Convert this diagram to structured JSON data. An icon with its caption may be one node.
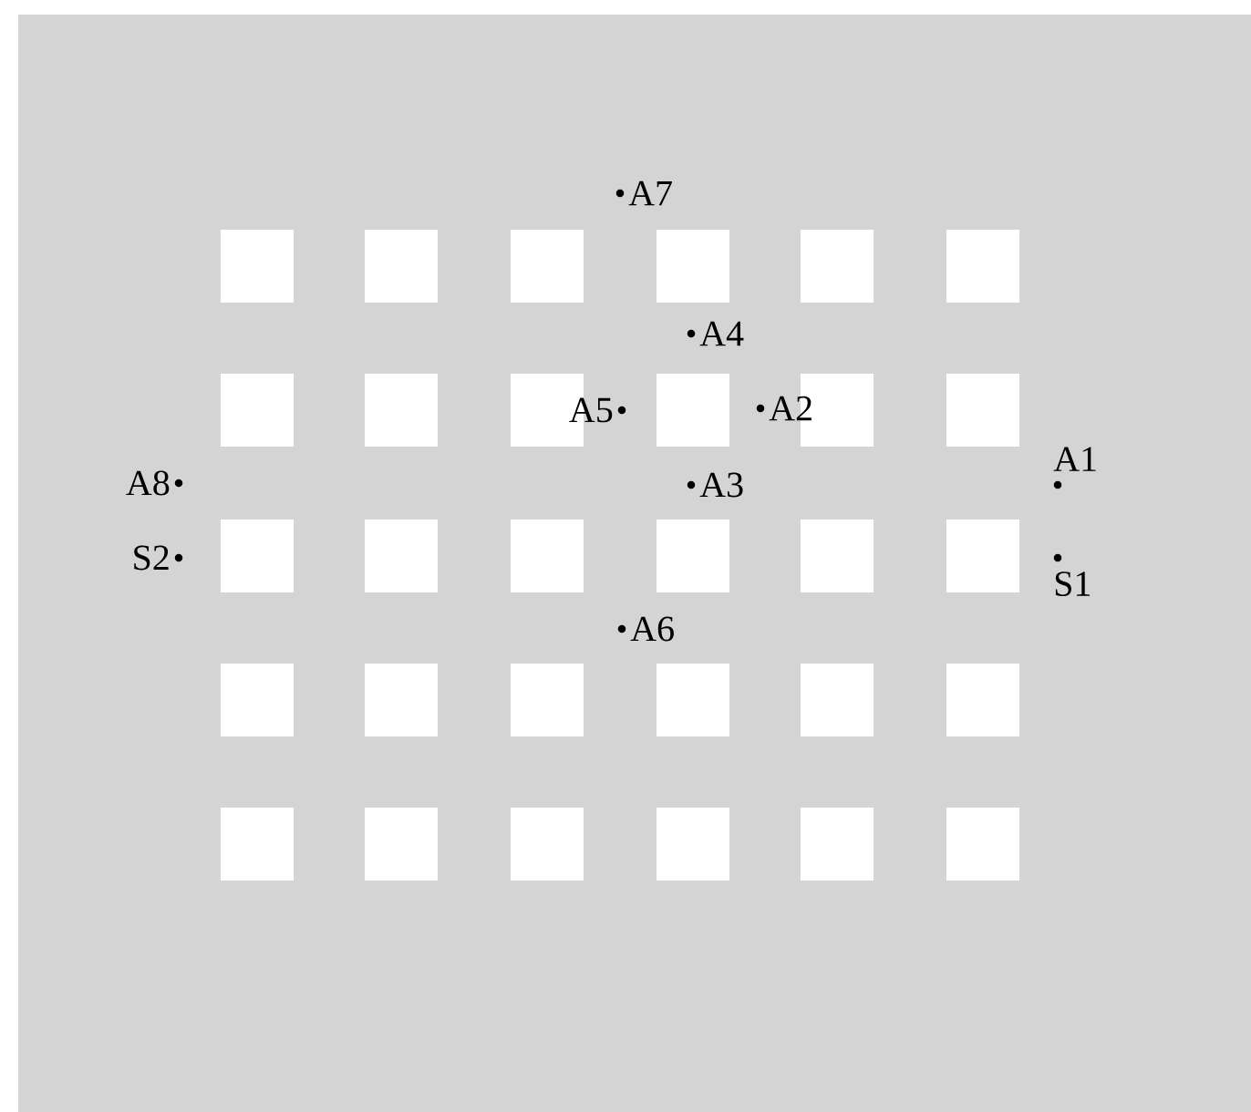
{
  "diagram": {
    "labels": [
      "A7",
      "A4",
      "A5",
      "A2",
      "A1",
      "A8",
      "A3",
      "S2",
      "S1",
      "A6"
    ]
  }
}
